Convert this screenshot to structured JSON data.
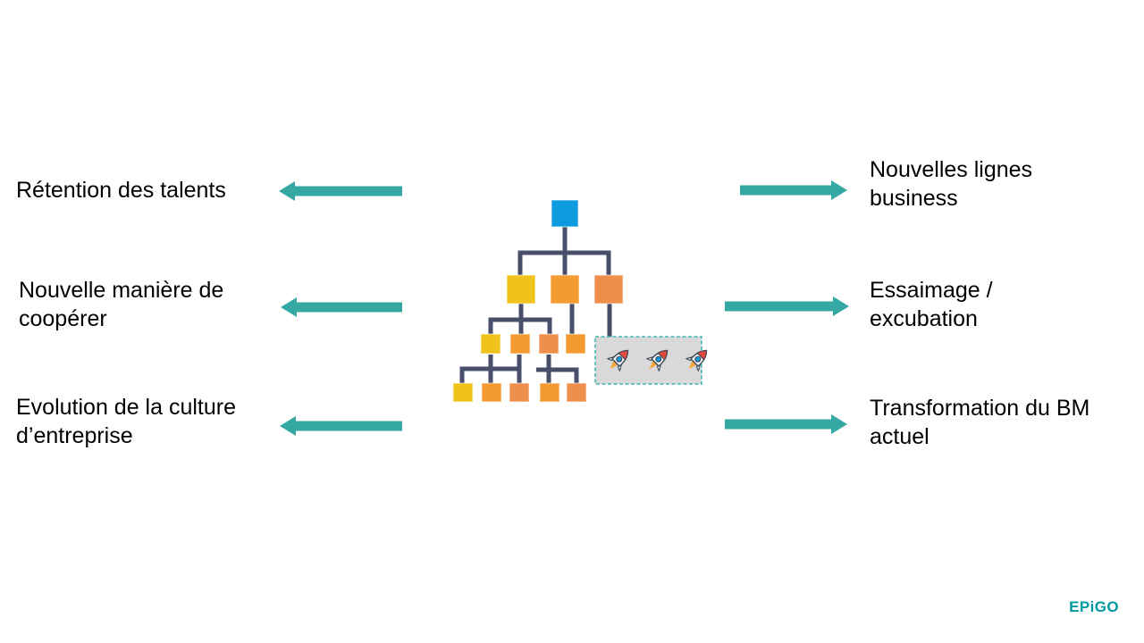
{
  "slide": {
    "type": "presentation-slide",
    "background": "#FFFFFF"
  },
  "palette": {
    "arrow_teal": "#35A8A3",
    "connector": "#474F6B",
    "node_blue": "#0D9BE0",
    "node_yellow": "#EFC31B",
    "node_orange": "#F39A31",
    "node_salmon": "#EF8F4C",
    "box_fill": "#D9D9D9",
    "box_border": "#40B9B3",
    "logo_teal": "#009AA3",
    "text_color": "#000000"
  },
  "left_items": [
    {
      "label": "Rétention des talents"
    },
    {
      "label": "Nouvelle manière de\ncoopérer"
    },
    {
      "label": "Evolution de la culture\nd’entreprise"
    }
  ],
  "right_items": [
    {
      "label": "Nouvelles lignes\nbusiness"
    },
    {
      "label": "Essaimage /\nexcubation"
    },
    {
      "label": "Transformation du BM\nactuel"
    }
  ],
  "org_chart": {
    "description": "Organization tree of colored square nodes; one branch leads to a dashed spin-out box with rockets",
    "levels": [
      {
        "nodes": [
          "blue"
        ]
      },
      {
        "nodes": [
          "yellow",
          "orange",
          "salmon"
        ]
      },
      {
        "nodes": [
          "yellow",
          "orange",
          "salmon",
          "orange"
        ]
      },
      {
        "nodes": [
          "yellow",
          "orange",
          "salmon",
          "orange",
          "salmon"
        ]
      }
    ],
    "spinout_box": {
      "icon": "rocket-icon",
      "count": 3
    }
  },
  "logo": {
    "text": "EPiGO"
  }
}
